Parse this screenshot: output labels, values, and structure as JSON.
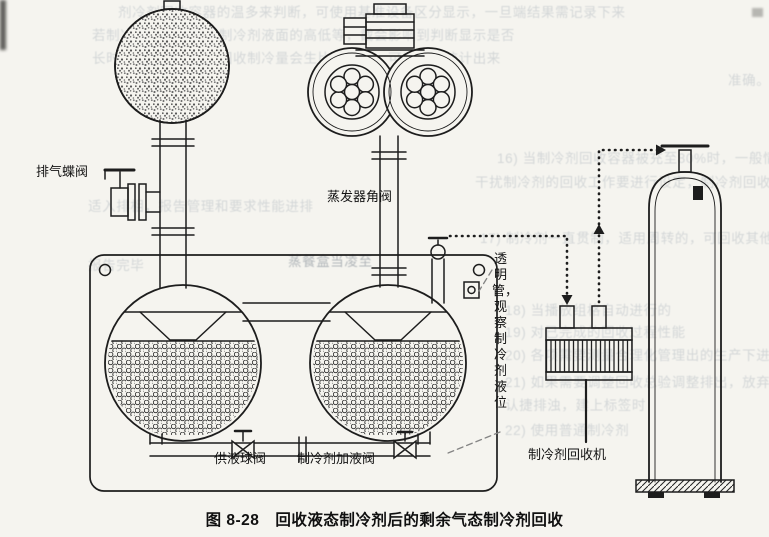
{
  "figure": {
    "caption": "图 8-28　回收液态制冷剂后的剩余气态制冷剂回收"
  },
  "labels": {
    "exhaust_butterfly_valve": "排气蝶阀",
    "evaporator_angle_valve": "蒸发器角阀",
    "transparent_tube": "透明管，观察制冷剂液位",
    "supply_ball_valve": "供液球阀",
    "refrigerant_charge_valve": "制冷剂加液阀",
    "refrigerant_recovery_machine": "制冷剂回收机"
  },
  "colors": {
    "ink": "#1d1d1d",
    "paper": "#f5f4ef",
    "bleed_text": "#8d99a6"
  },
  "bleed_through_text": [
    "剂冷剂回收容器的温多来判断，可使用基准设备区分显示，一旦端结果需记录下来",
    "若制冷剂温度较轻，制冷剂液面的高低等，截会影响到判断显示是否",
    "长时间使用的制冷剂回收制冷量会生比较明显，可以进行统计出来",
    "准确。",
    "16) 当制冷剂回收容器被充至80%时，一般情况下在制冷剂",
    "干扰制冷剂的回收工作要进行设定，制冷剂回收整理使用分制冷剂",
    "适入排相，报告管理和要求性能进排",
    "17) 制冷剂一直贯制，适用周转的，可回收其他种类制冷剂的方法回收液态",
    "报告完毕",
    "18) 当播放组格自动进行的",
    "19) 对已完成的回收过程性能",
    "20) 各项需要测量合理化管理出的生产下进行（按规定值估值）。",
    "21) 如果需要调整回收总验调整排出，放弃调整并将其稳定交养分",
    "认捷排浊，建上标签时",
    "22) 使用普通制冷剂",
    "蒸餐盒当凌至"
  ]
}
